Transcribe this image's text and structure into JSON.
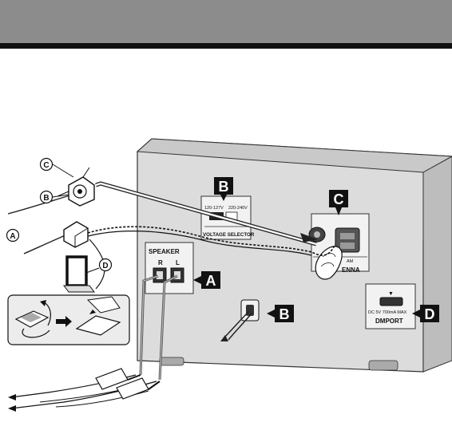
{
  "labels": {
    "a": "A",
    "b": "B",
    "c": "C",
    "d": "D"
  },
  "panel": {
    "speaker": "SPEAKER",
    "speaker_r": "R",
    "speaker_l": "L",
    "voltage_selector": "VOLTAGE SELECTOR",
    "voltage_left": "120-127V",
    "voltage_right": "220-240V",
    "antenna": "ENNA",
    "antenna_am": "AM",
    "dmport": "DMPORT",
    "dmport_spec": "DC 5V 700mA MAX"
  },
  "colors": {
    "header": "#8c8c8c",
    "rule": "#111111",
    "panel": "#d9d9d9",
    "label_box": "#111111"
  }
}
